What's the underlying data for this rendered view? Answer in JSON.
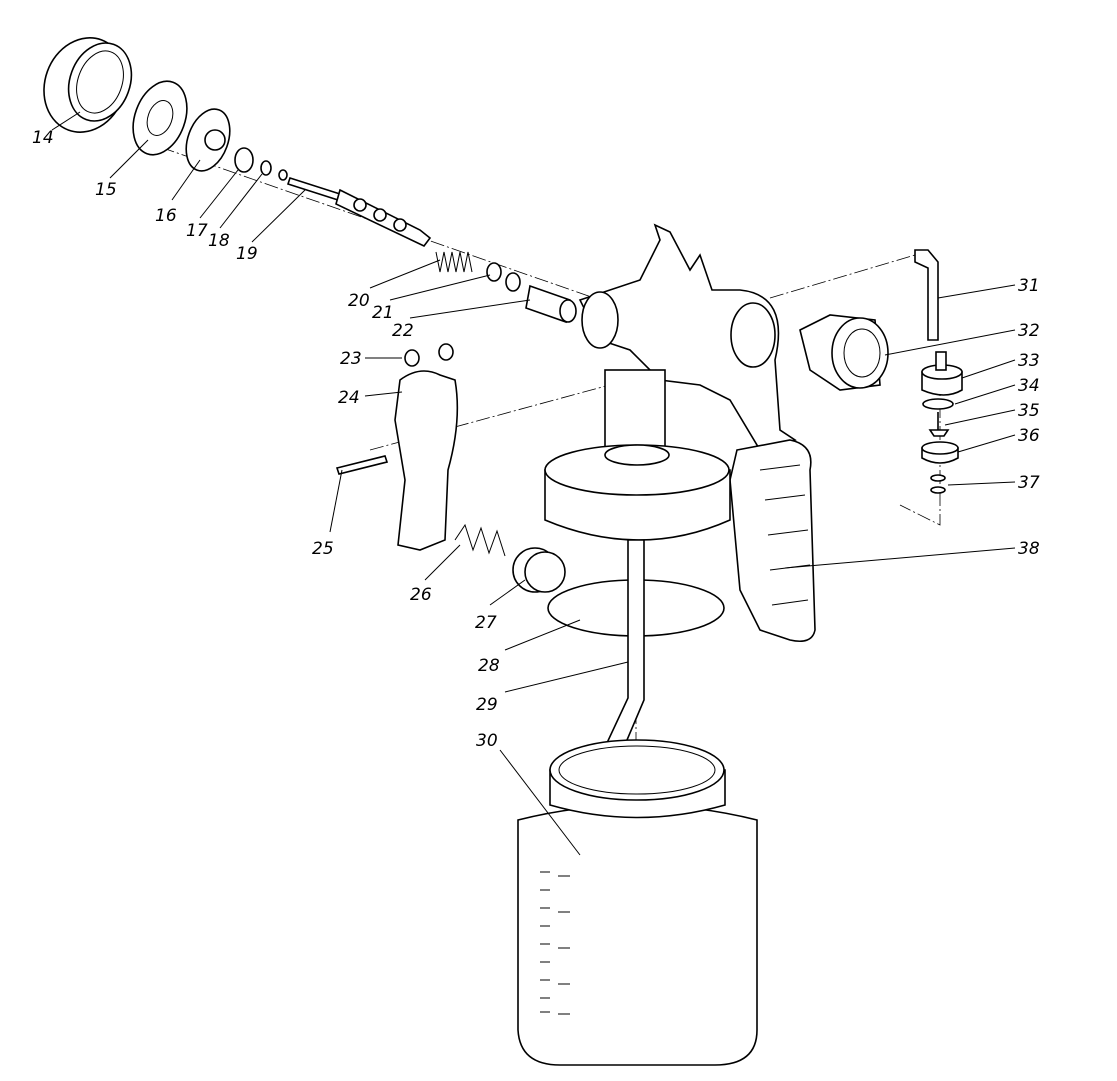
{
  "diagram": {
    "title": "Spray gun exploded parts view",
    "part_numbers": [
      "14",
      "15",
      "16",
      "17",
      "18",
      "19",
      "20",
      "21",
      "22",
      "23",
      "24",
      "25",
      "26",
      "27",
      "28",
      "29",
      "30",
      "31",
      "32",
      "33",
      "34",
      "35",
      "36",
      "37",
      "38"
    ]
  }
}
